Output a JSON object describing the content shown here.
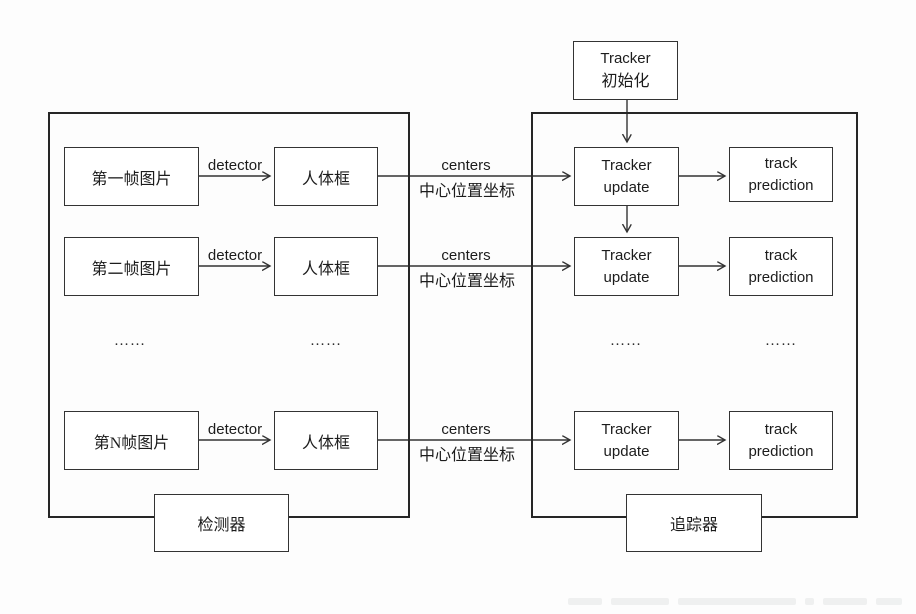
{
  "detector_panel": {
    "label": "检测器",
    "rows": [
      {
        "frame": "第一帧图片",
        "arrow": "detector",
        "body": "人体框"
      },
      {
        "frame": "第二帧图片",
        "arrow": "detector",
        "body": "人体框"
      },
      {
        "frame": "第N帧图片",
        "arrow": "detector",
        "body": "人体框"
      }
    ],
    "ellipsis_frame": "……",
    "ellipsis_body": "……"
  },
  "centers_labels": [
    {
      "en": "centers",
      "zh": "中心位置坐标"
    },
    {
      "en": "centers",
      "zh": "中心位置坐标"
    },
    {
      "en": "centers",
      "zh": "中心位置坐标"
    }
  ],
  "tracker_panel": {
    "label": "追踪器",
    "init": {
      "line1": "Tracker",
      "line2": "初始化"
    },
    "rows": [
      {
        "update": "Tracker\nupdate",
        "prediction": "track\nprediction"
      },
      {
        "update": "Tracker\nupdate",
        "prediction": "track\nprediction"
      },
      {
        "update": "Tracker\nupdate",
        "prediction": "track\nprediction"
      }
    ],
    "ellipsis_update": "……",
    "ellipsis_prediction": "……"
  }
}
